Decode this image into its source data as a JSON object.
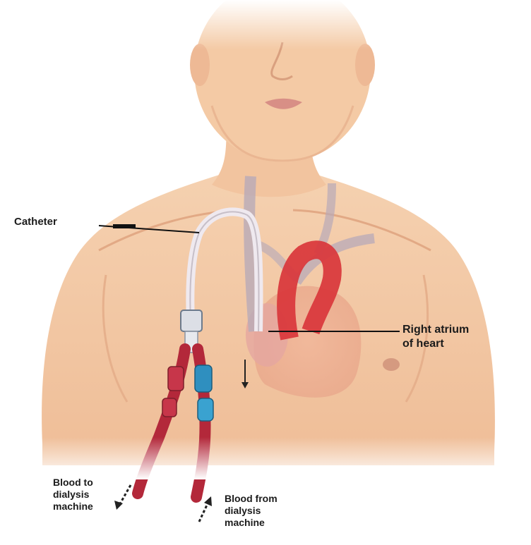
{
  "labels": {
    "catheter": "Catheter",
    "right_atrium": "Right atrium\nof heart",
    "blood_to": "Blood to\ndialysis\nmachine",
    "blood_from": "Blood from\ndialysis\nmachine"
  },
  "colors": {
    "skin": "#f4c9a4",
    "skin_shadow": "#e3ab84",
    "aorta": "#d9363b",
    "vein": "#b8aab8",
    "catheter_line": "#e9e4ea",
    "red_lumen": "#b3283a",
    "blue_clamp": "#2f8fbf",
    "text": "#1b1b1b"
  }
}
